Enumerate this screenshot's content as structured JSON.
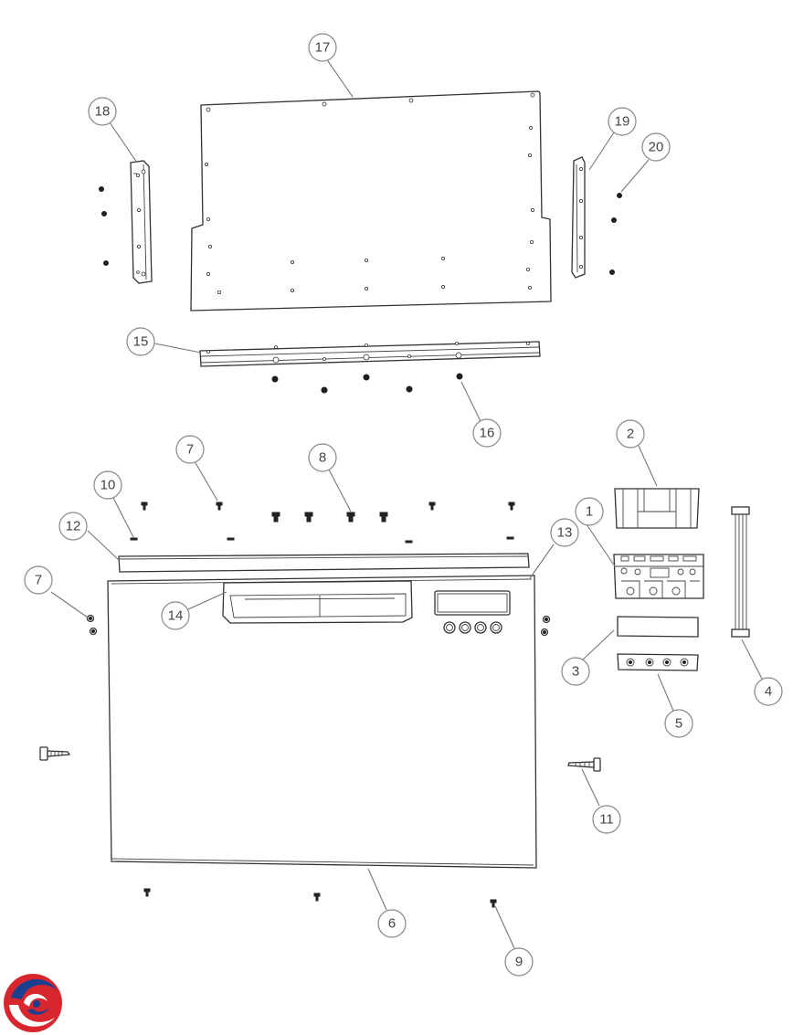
{
  "callouts": {
    "c1": "1",
    "c2": "2",
    "c3": "3",
    "c4": "4",
    "c5": "5",
    "c6": "6",
    "c7a": "7",
    "c7b": "7",
    "c8": "8",
    "c9": "9",
    "c10": "10",
    "c11": "11",
    "c12": "12",
    "c13": "13",
    "c14": "14",
    "c15": "15",
    "c16": "16",
    "c17": "17",
    "c18": "18",
    "c19": "19",
    "c20": "20"
  },
  "colors": {
    "line": "#333333",
    "callout": "#888888",
    "logo_red": "#d7262e",
    "logo_blue": "#1b3f8f"
  },
  "logo": {
    "icon": "brand-swirl-logo-icon"
  }
}
